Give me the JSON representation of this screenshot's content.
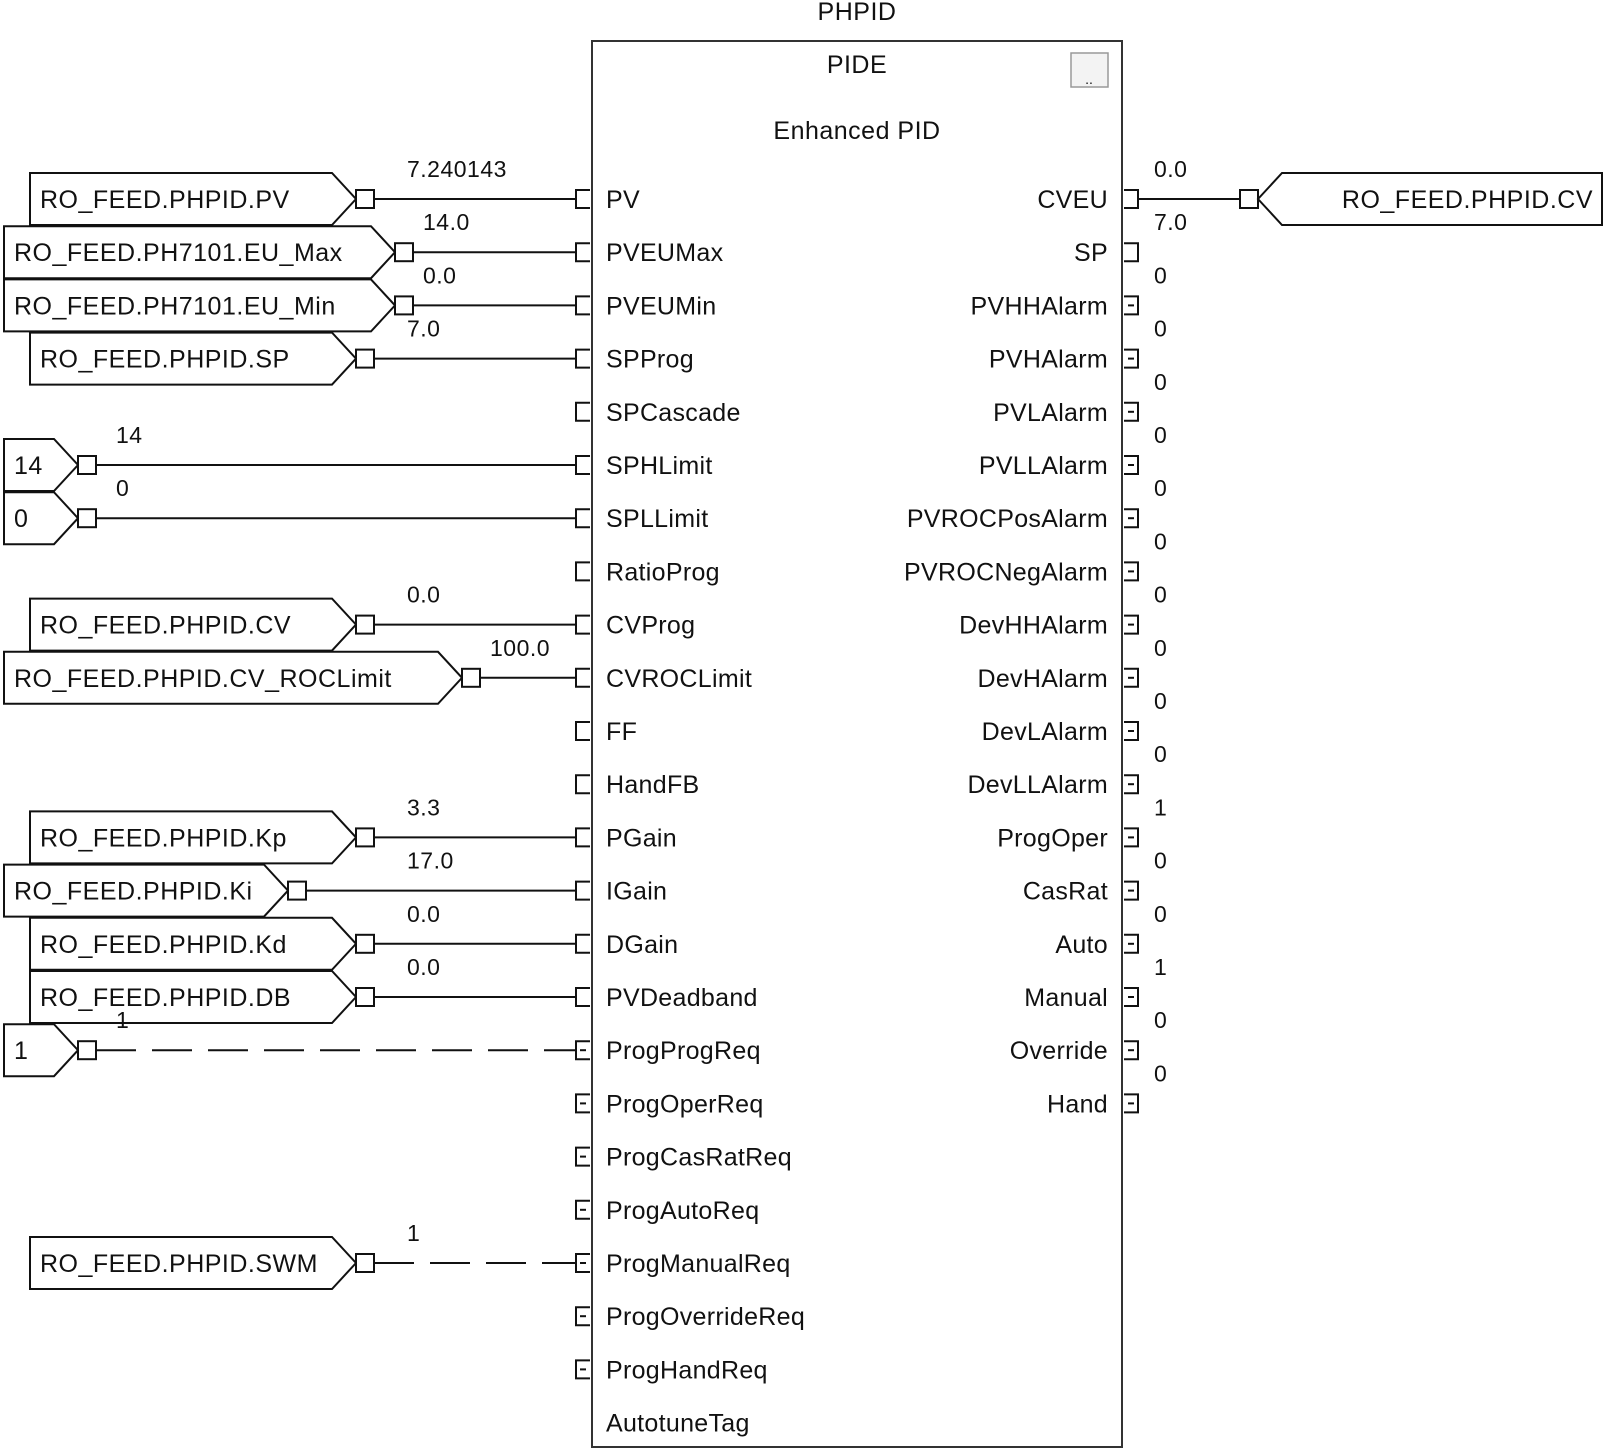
{
  "block": {
    "tag": "PHPID",
    "type": "PIDE",
    "description": "Enhanced PID",
    "props_button": ".."
  },
  "inputs": [
    {
      "pin": "PV",
      "wire": "solid",
      "value": "7.240143",
      "source": "RO_FEED.PHPID.PV",
      "kind": "tag",
      "box": "short"
    },
    {
      "pin": "PVEUMax",
      "wire": "solid",
      "value": "14.0",
      "source": "RO_FEED.PH7101.EU_Max",
      "kind": "tag",
      "box": "wide"
    },
    {
      "pin": "PVEUMin",
      "wire": "solid",
      "value": "0.0",
      "source": "RO_FEED.PH7101.EU_Min",
      "kind": "tag",
      "box": "wide"
    },
    {
      "pin": "SPProg",
      "wire": "solid",
      "value": "7.0",
      "source": "RO_FEED.PHPID.SP",
      "kind": "tag",
      "box": "short"
    },
    {
      "pin": "SPCascade",
      "wire": "none",
      "pin_style": "analog"
    },
    {
      "pin": "SPHLimit",
      "wire": "solid",
      "value": "14",
      "source": "14",
      "kind": "const"
    },
    {
      "pin": "SPLLimit",
      "wire": "solid",
      "value": "0",
      "source": "0",
      "kind": "const"
    },
    {
      "pin": "RatioProg",
      "wire": "none",
      "pin_style": "analog"
    },
    {
      "pin": "CVProg",
      "wire": "solid",
      "value": "0.0",
      "source": "RO_FEED.PHPID.CV",
      "kind": "tag",
      "box": "short"
    },
    {
      "pin": "CVROCLimit",
      "wire": "solid",
      "value": "100.0",
      "source": "RO_FEED.PHPID.CV_ROCLimit",
      "kind": "tag",
      "box": "xwide"
    },
    {
      "pin": "FF",
      "wire": "none",
      "pin_style": "analog"
    },
    {
      "pin": "HandFB",
      "wire": "none",
      "pin_style": "analog"
    },
    {
      "pin": "PGain",
      "wire": "solid",
      "value": "3.3",
      "source": "RO_FEED.PHPID.Kp",
      "kind": "tag",
      "box": "short"
    },
    {
      "pin": "IGain",
      "wire": "solid",
      "value": "17.0",
      "source": "RO_FEED.PHPID.Ki",
      "kind": "tag",
      "box": "narrow"
    },
    {
      "pin": "DGain",
      "wire": "solid",
      "value": "0.0",
      "source": "RO_FEED.PHPID.Kd",
      "kind": "tag",
      "box": "short"
    },
    {
      "pin": "PVDeadband",
      "wire": "solid",
      "value": "0.0",
      "source": "RO_FEED.PHPID.DB",
      "kind": "tag",
      "box": "short"
    },
    {
      "pin": "ProgProgReq",
      "wire": "dashed",
      "value": "1",
      "source": "1",
      "kind": "const",
      "pin_style": "bool"
    },
    {
      "pin": "ProgOperReq",
      "wire": "none",
      "pin_style": "bool"
    },
    {
      "pin": "ProgCasRatReq",
      "wire": "none",
      "pin_style": "bool"
    },
    {
      "pin": "ProgAutoReq",
      "wire": "none",
      "pin_style": "bool"
    },
    {
      "pin": "ProgManualReq",
      "wire": "dashed",
      "value": "1",
      "source": "RO_FEED.PHPID.SWM",
      "kind": "tag",
      "box": "short",
      "pin_style": "bool"
    },
    {
      "pin": "ProgOverrideReq",
      "wire": "none",
      "pin_style": "bool"
    },
    {
      "pin": "ProgHandReq",
      "wire": "none",
      "pin_style": "bool"
    },
    {
      "pin": "AutotuneTag",
      "wire": "none",
      "pin_style": "none"
    }
  ],
  "outputs": [
    {
      "pin": "CVEU",
      "value": "0.0",
      "dest": "RO_FEED.PHPID.CV",
      "pin_style": "analog"
    },
    {
      "pin": "SP",
      "value": "7.0",
      "pin_style": "analog"
    },
    {
      "pin": "PVHHAlarm",
      "value": "0",
      "pin_style": "bool"
    },
    {
      "pin": "PVHAlarm",
      "value": "0",
      "pin_style": "bool"
    },
    {
      "pin": "PVLAlarm",
      "value": "0",
      "pin_style": "bool"
    },
    {
      "pin": "PVLLAlarm",
      "value": "0",
      "pin_style": "bool"
    },
    {
      "pin": "PVROCPosAlarm",
      "value": "0",
      "pin_style": "bool"
    },
    {
      "pin": "PVROCNegAlarm",
      "value": "0",
      "pin_style": "bool"
    },
    {
      "pin": "DevHHAlarm",
      "value": "0",
      "pin_style": "bool"
    },
    {
      "pin": "DevHAlarm",
      "value": "0",
      "pin_style": "bool"
    },
    {
      "pin": "DevLAlarm",
      "value": "0",
      "pin_style": "bool"
    },
    {
      "pin": "DevLLAlarm",
      "value": "0",
      "pin_style": "bool"
    },
    {
      "pin": "ProgOper",
      "value": "1",
      "pin_style": "bool"
    },
    {
      "pin": "CasRat",
      "value": "0",
      "pin_style": "bool"
    },
    {
      "pin": "Auto",
      "value": "0",
      "pin_style": "bool"
    },
    {
      "pin": "Manual",
      "value": "1",
      "pin_style": "bool"
    },
    {
      "pin": "Override",
      "value": "0",
      "pin_style": "bool"
    },
    {
      "pin": "Hand",
      "value": "0",
      "pin_style": "bool"
    }
  ]
}
